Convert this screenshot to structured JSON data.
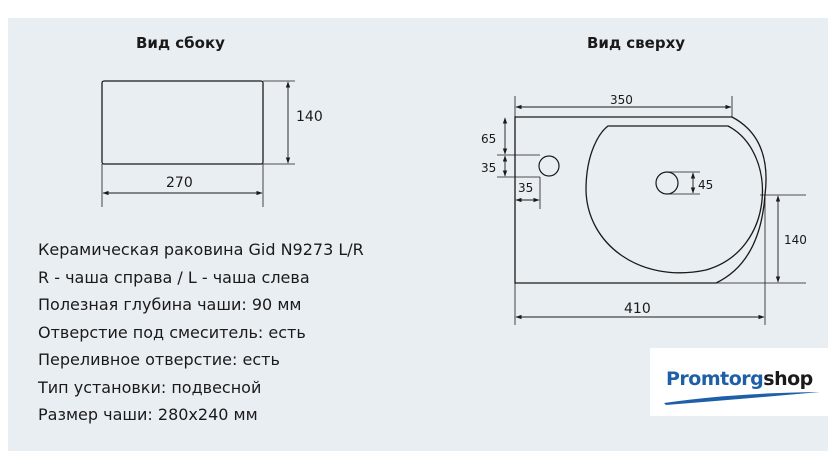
{
  "views": {
    "side": {
      "title": "Вид сбоку",
      "width_label": "270",
      "height_label": "140"
    },
    "top": {
      "title": "Вид сверху",
      "top_width_label": "350",
      "bottom_width_label": "410",
      "left_offset_label": "65",
      "faucet_height_label": "35",
      "faucet_offset_label": "35",
      "drain_label": "45",
      "bowl_depth_label": "140"
    }
  },
  "specs": [
    "Керамическая раковина Gid N9273 L/R",
    "R - чаша справа / L - чаша слева",
    "Полезная глубина чаши: 90 мм",
    "Отверстие под смеситель: есть",
    "Переливное отверстие: есть",
    "Тип установки: подвесной",
    "Размер чаши: 280x240 мм"
  ],
  "logo": {
    "part1": "Promtorg",
    "part2": "shop",
    "color1": "#1f5fa8",
    "color2": "#1a1a1a",
    "swoosh_color": "#1f5fa8"
  },
  "colors": {
    "line": "#1a1a1a",
    "panel": "#e9eef3"
  }
}
